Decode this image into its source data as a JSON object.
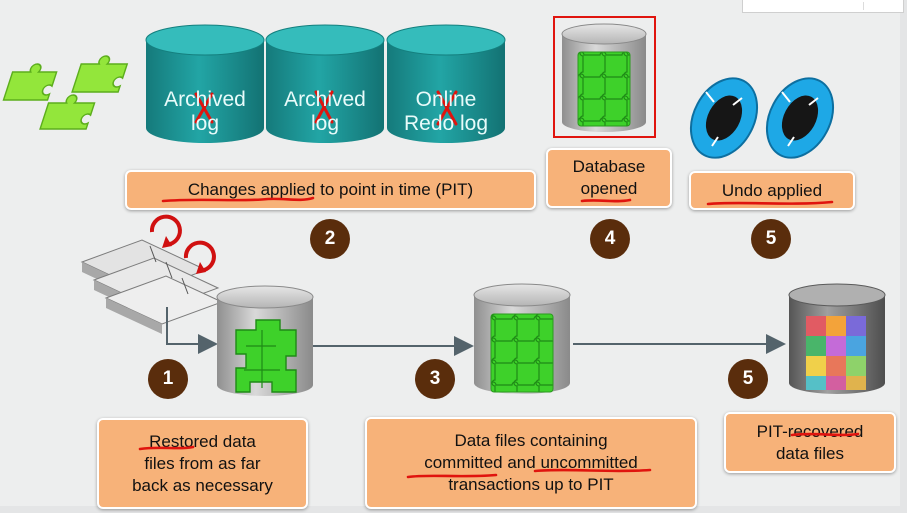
{
  "logs": [
    {
      "lines": [
        "Archived",
        "log"
      ]
    },
    {
      "lines": [
        "Archived",
        "log"
      ]
    },
    {
      "lines": [
        "Online",
        "Redo log"
      ]
    }
  ],
  "labels": {
    "changes": [
      "Changes applied to point in time (PIT)"
    ],
    "database_opened": [
      "Database",
      "opened"
    ],
    "undo": [
      "Undo applied"
    ],
    "restored": [
      "Restored data",
      "files from as far",
      "back as necessary"
    ],
    "data_files": [
      "Data files containing",
      "committed and uncommitted",
      "transactions up to PIT"
    ],
    "pit_recovered": [
      "PIT-recovered",
      "data files"
    ]
  },
  "steps": {
    "s1": "1",
    "s2": "2",
    "s3": "3",
    "s4": "4",
    "s5_top": "5",
    "s5_bottom": "5"
  },
  "colors": {
    "log_teal": "#1f9a9a",
    "puzzle_green": "#3ed12a",
    "label_orange": "#f7b279",
    "step_brown": "#5a2d0c",
    "annotation_red": "#e0140e",
    "undo_blue": "#1ea8e6"
  }
}
